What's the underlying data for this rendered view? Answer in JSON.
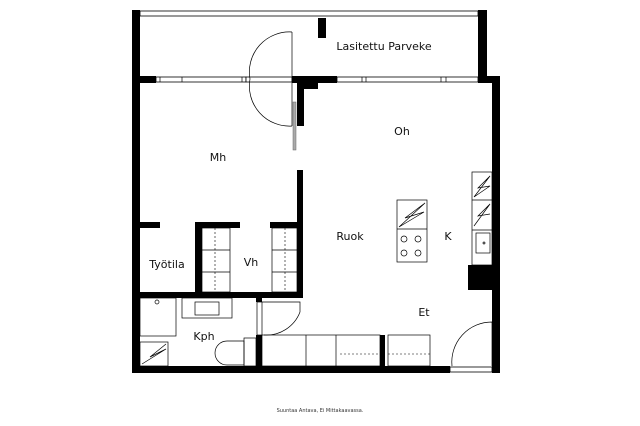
{
  "rooms": {
    "balcony": "Lasitettu Parveke",
    "living": "Oh",
    "bedroom": "Mh",
    "dining": "Ruok",
    "kitchen": "K",
    "workspace": "Työtila",
    "wardrobe": "Vh",
    "hall": "Et",
    "bathroom": "Kph"
  },
  "footer_note": "Suuntaa Antava, Ei Mittakaavassa."
}
